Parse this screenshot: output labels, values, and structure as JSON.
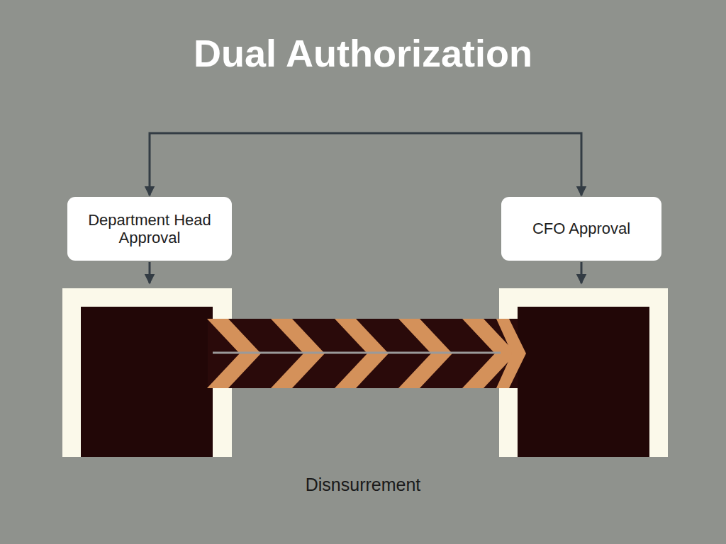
{
  "diagram": {
    "title": "Dual Authorization",
    "nodes": [
      {
        "text": [
          "Department Head Approval"
        ]
      },
      {
        "text": [
          "CFO Approval"
        ]
      }
    ],
    "edges": [
      {
        "from": 0,
        "to": 1,
        "arrow": "both"
      }
    ],
    "labels": [
      "Disnsurrement"
    ]
  }
}
